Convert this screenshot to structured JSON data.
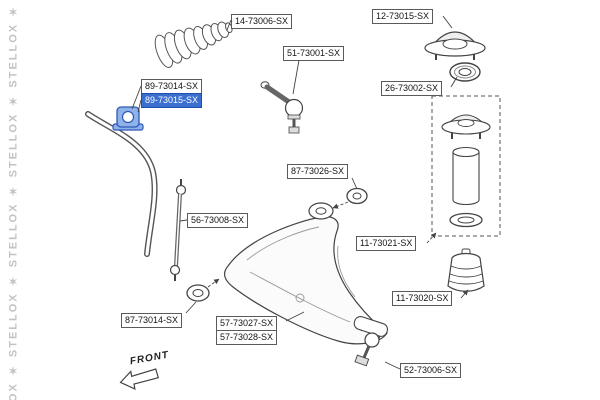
{
  "watermark": {
    "text": "✶ STELLOX ✶ STELLOX ✶ STELLOX ✶ STELLOX ✶ STELLOX ✶ STELLOX"
  },
  "parts": {
    "boot": "14-73006-SX",
    "strut_mount": "12-73015-SX",
    "tie_rod_end": "51-73001-SX",
    "strut_bearing": "26-73002-SX",
    "stab_bushing_a": "89-73014-SX",
    "stab_bushing_b": "89-73015-SX",
    "arm_bushing_front": "87-73026-SX",
    "stab_link": "56-73008-SX",
    "strut_service_kit": "11-73021-SX",
    "bump_stop": "11-73020-SX",
    "arm_bushing_rear": "87-73014-SX",
    "control_arm_a": "57-73027-SX",
    "control_arm_b": "57-73028-SX",
    "ball_joint": "52-73006-SX"
  },
  "front_marker": "FRONT",
  "colors": {
    "highlight_label_bg": "#3a6fd0",
    "highlight_part_fill": "#8fb2e8",
    "highlight_part_stroke": "#2c58b8",
    "label_border": "#5a5a5a",
    "line": "#444444",
    "watermark": "#c3c3c3"
  }
}
